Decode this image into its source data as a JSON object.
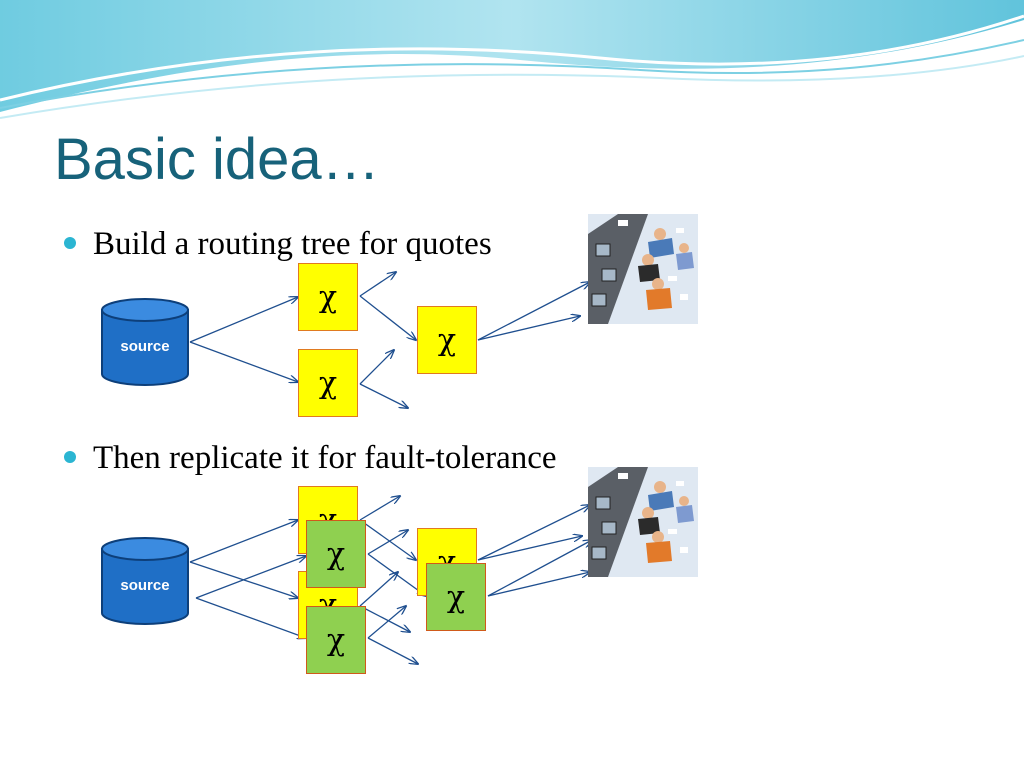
{
  "slide": {
    "title": "Basic idea…",
    "bullets": [
      "Build a routing tree for quotes",
      "Then replicate it for fault-tolerance"
    ]
  },
  "diagram": {
    "source_label": "source",
    "node_symbol": "χ"
  },
  "colors": {
    "title": "#17627a",
    "bullet": "#2bb5d2",
    "node_primary": "#ffff00",
    "node_replica": "#8fd050",
    "database": "#1f6fc6",
    "arrow": "#1f4f8f"
  },
  "icons": {
    "recipient": "trading-floor-clipart-icon",
    "source": "database-cylinder-icon"
  }
}
